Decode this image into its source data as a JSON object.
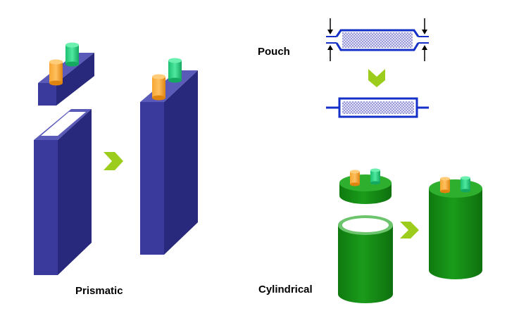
{
  "labels": {
    "prismatic": "Prismatic",
    "pouch": "Pouch",
    "cylindrical": "Cylindrical"
  },
  "colors": {
    "prismatic_front": "#3a3a9a",
    "prismatic_side": "#28287a",
    "prismatic_top": "#5656b4",
    "cylinder_body": "#148c14",
    "cylinder_top": "#2eb02e",
    "terminal_orange": "#f59a1c",
    "terminal_green": "#22c87a",
    "pouch_outline": "#1530c8",
    "arrow": "#9ccc1c"
  },
  "icons": [
    "chevron-right-arrow",
    "chevron-down-arrow",
    "compression-arrow"
  ]
}
